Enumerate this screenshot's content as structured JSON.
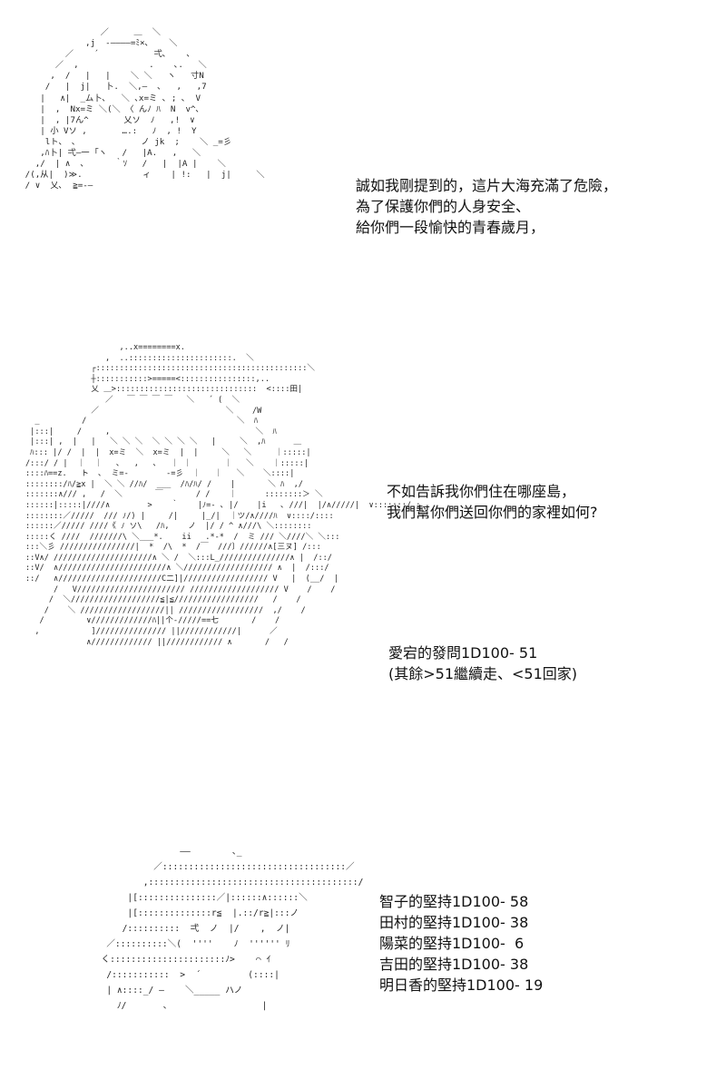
{
  "panel1": {
    "dialog": [
      "誠如我剛提到的，這片大海充滿了危險，",
      "為了保護你們的人身安全、",
      "給你們一段愉快的青春歲月，"
    ]
  },
  "panel2": {
    "dialog": [
      "不如告訴我你們住在哪座島，",
      "我們幫你們送回你們的家裡如何?"
    ],
    "roll": [
      "愛宕的發問1D100- 51",
      "(其餘>51繼續走、<51回家)"
    ]
  },
  "panel3": {
    "rolls": [
      "智子的堅持1D100- 58",
      "田村的堅持1D100- 38",
      "陽菜的堅持1D100-  6",
      "吉田的堅持1D100- 38",
      "明日香的堅持1D100- 19"
    ]
  }
}
